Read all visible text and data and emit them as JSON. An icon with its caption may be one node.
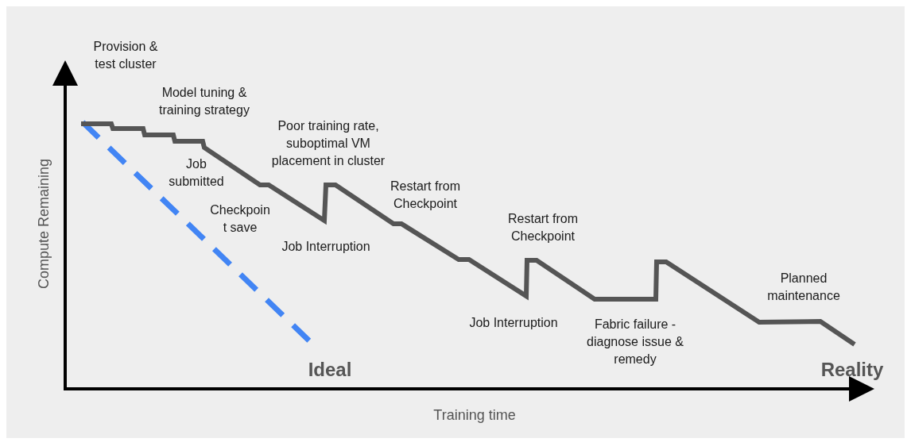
{
  "diagram": {
    "labels": [
      "Provision & test cluster",
      "Model tuning & training strategy",
      "Poor training rate, suboptimal VM placement in cluster",
      "Job submitted",
      "Restart from Checkpoint",
      "Checkpoin t save",
      "Restart from Checkpoint",
      "Job Interruption",
      "Planned maintenance",
      "Job Interruption",
      "Fabric failure - diagnose issue & remedy",
      "Ideal",
      "Reality",
      "Compute Remaining",
      "Training time"
    ]
  }
}
